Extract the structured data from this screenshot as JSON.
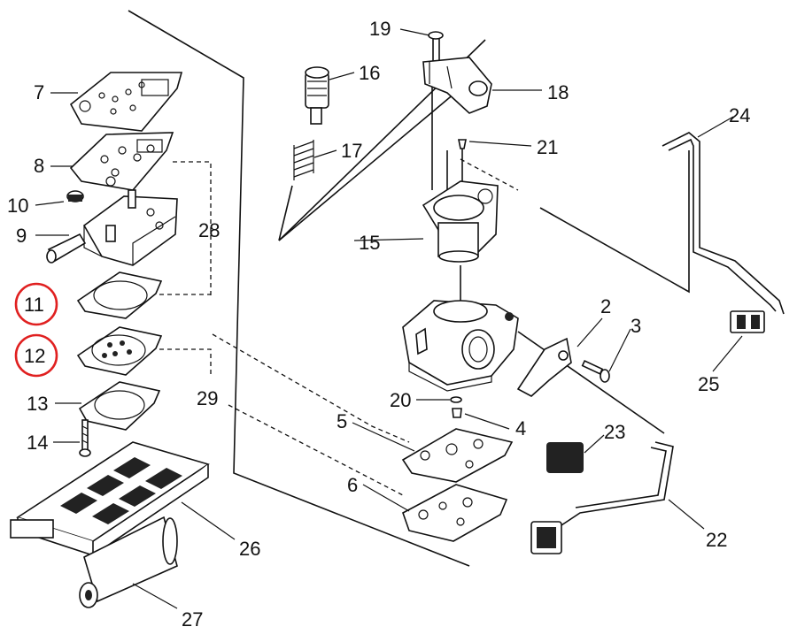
{
  "diagram": {
    "labels": {
      "p2": "2",
      "p3": "3",
      "p4": "4",
      "p5": "5",
      "p6": "6",
      "p7": "7",
      "p8": "8",
      "p9": "9",
      "p10": "10",
      "p11": "11",
      "p12": "12",
      "p13": "13",
      "p14": "14",
      "p15": "15",
      "p16": "16",
      "p17": "17",
      "p18": "18",
      "p19": "19",
      "p20": "20",
      "p21": "21",
      "p22": "22",
      "p23": "23",
      "p24": "24",
      "p25": "25",
      "p26": "26",
      "p27": "27",
      "p28": "28",
      "p29": "29"
    },
    "highlighted_parts": [
      "11",
      "12"
    ],
    "colors": {
      "line": "#111111",
      "highlight": "#e02020",
      "background": "#ffffff"
    }
  }
}
